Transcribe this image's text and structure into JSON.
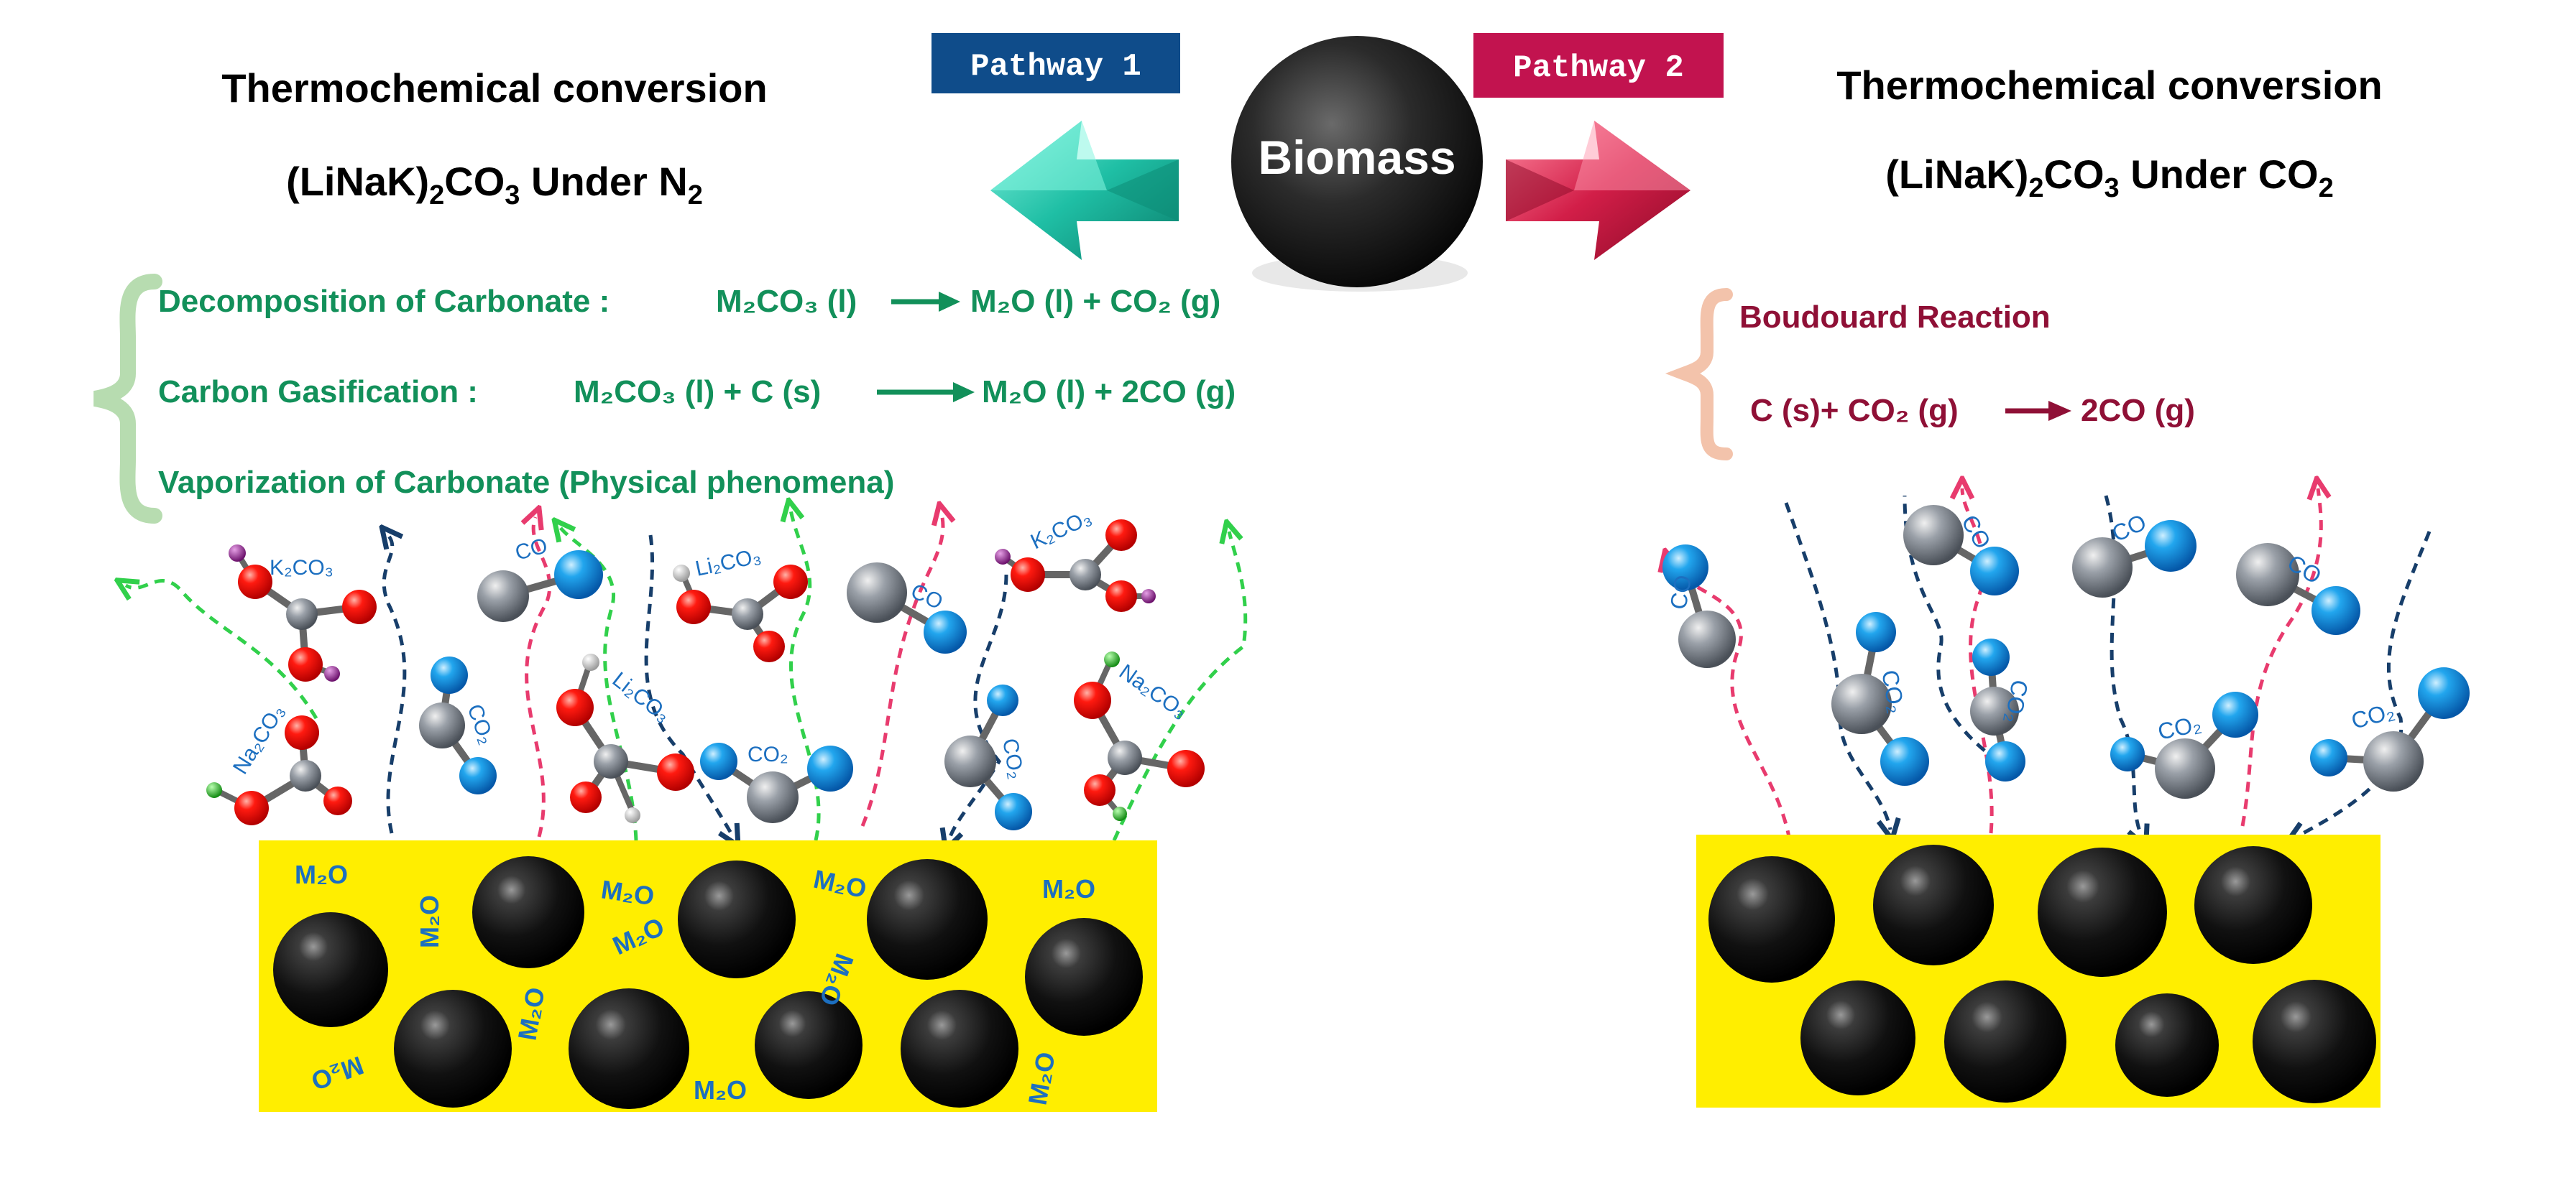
{
  "center": {
    "label": "Biomass"
  },
  "left": {
    "pathway_label": "Pathway 1",
    "title_line1": "Thermochemical conversion",
    "title_line2": {
      "a": "(LiNaK)",
      "a_sub": "2",
      "b": "CO",
      "b_sub": "3",
      "c": " Under N",
      "c_sub": "2"
    },
    "reactions": [
      {
        "label": "Decomposition of Carbonate : ",
        "lhs": "M₂CO₃ (l)",
        "rhs": "M₂O (l) + CO₂ (g)"
      },
      {
        "label": "Carbon Gasification :  ",
        "lhs": "M₂CO₃ (l) + C (s)",
        "rhs": "M₂O (l) + 2CO (g)"
      },
      {
        "label": "Vaporization of Carbonate (Physical phenomena)"
      }
    ],
    "molecule_labels": [
      "K₂CO₃",
      "Li₂CO₃",
      "Li₂CO₃",
      "Na₂CO₃",
      "Na₂CO₃",
      "K₂CO₃",
      "CO",
      "CO",
      "CO₂",
      "CO₂",
      "CO₂"
    ],
    "melt_labels": [
      "M₂O",
      "M₂O",
      "M₂O",
      "M₂O",
      "M₂O",
      "M₂O",
      "M₂O",
      "M₂O",
      "M₂O",
      "M₂O",
      "M₂O"
    ]
  },
  "right": {
    "pathway_label": "Pathway 2",
    "title_line1": "Thermochemical conversion",
    "title_line2": {
      "a": "(LiNaK)",
      "a_sub": "2",
      "b": "CO",
      "b_sub": "3",
      "c": "  Under CO",
      "c_sub": "2"
    },
    "reaction_heading": "Boudouard Reaction",
    "reaction": {
      "lhs": "C (s)+ CO₂ (g)",
      "rhs": "2CO (g)"
    },
    "molecule_labels": [
      "CO",
      "CO",
      "CO",
      "CO",
      "CO₂",
      "CO₂",
      "CO₂",
      "CO₂"
    ]
  },
  "colors": {
    "pathway1_bg": "#0f4c8a",
    "pathway2_bg": "#c2134f",
    "left_arrow": "#1fbfa5",
    "right_arrow": "#d21e48",
    "left_reaction_text": "#12905a",
    "right_reaction_text": "#8f1036",
    "melt": "#ffee00",
    "label_blue": "#1c6fc0",
    "path_navy": "#173e6a",
    "path_pink": "#e83b6e",
    "path_green": "#31d04b"
  }
}
